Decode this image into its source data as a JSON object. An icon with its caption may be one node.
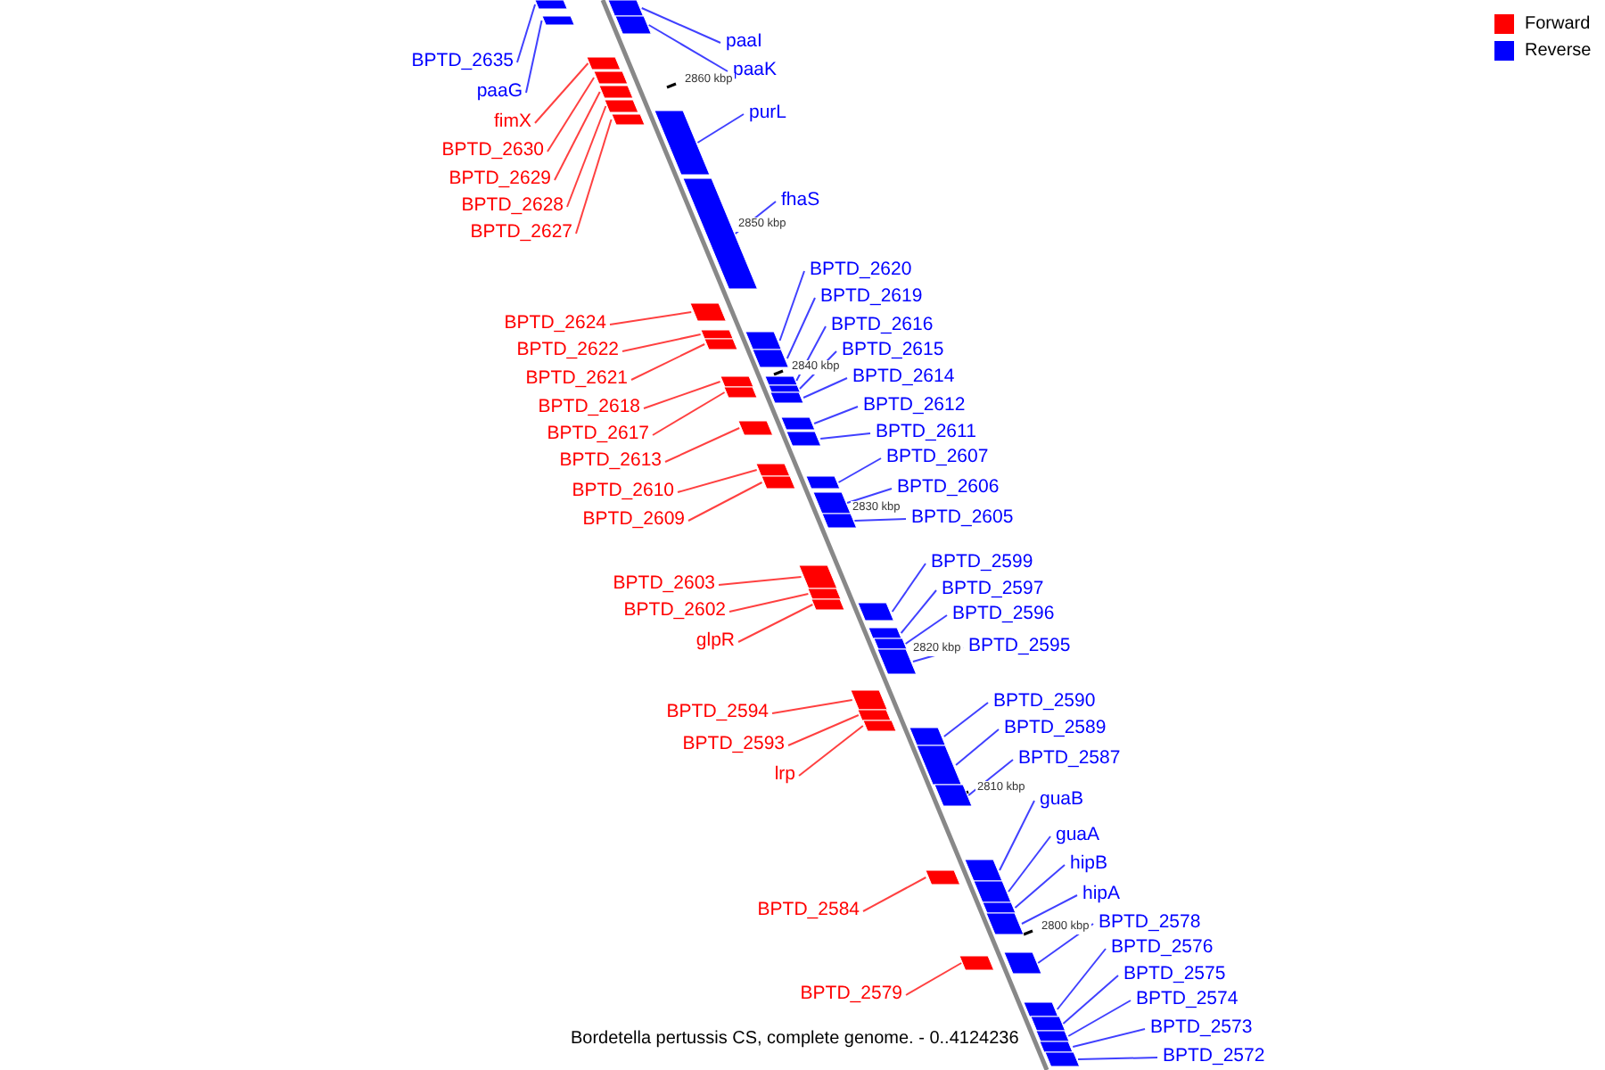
{
  "diagram": {
    "caption": "Bordetella pertussis CS, complete genome. - 0..4124236",
    "nodes": [
      {
        "text": [
          "BPTD_2635"
        ]
      },
      {
        "text": [
          "paaG"
        ]
      },
      {
        "text": [
          "fimX"
        ]
      },
      {
        "text": [
          "BPTD_2630"
        ]
      },
      {
        "text": [
          "BPTD_2629"
        ]
      },
      {
        "text": [
          "BPTD_2628"
        ]
      },
      {
        "text": [
          "BPTD_2627"
        ]
      },
      {
        "text": [
          "BPTD_2624"
        ]
      },
      {
        "text": [
          "BPTD_2622"
        ]
      },
      {
        "text": [
          "BPTD_2621"
        ]
      },
      {
        "text": [
          "BPTD_2618"
        ]
      },
      {
        "text": [
          "BPTD_2617"
        ]
      },
      {
        "text": [
          "BPTD_2613"
        ]
      },
      {
        "text": [
          "BPTD_2610"
        ]
      },
      {
        "text": [
          "BPTD_2609"
        ]
      },
      {
        "text": [
          "BPTD_2603"
        ]
      },
      {
        "text": [
          "BPTD_2602"
        ]
      },
      {
        "text": [
          "glpR"
        ]
      },
      {
        "text": [
          "BPTD_2594"
        ]
      },
      {
        "text": [
          "BPTD_2593"
        ]
      },
      {
        "text": [
          "lrp"
        ]
      },
      {
        "text": [
          "BPTD_2584"
        ]
      },
      {
        "text": [
          "BPTD_2579"
        ]
      },
      {
        "text": [
          "paaI"
        ]
      },
      {
        "text": [
          "paaK"
        ]
      },
      {
        "text": [
          "purL"
        ]
      },
      {
        "text": [
          "fhaS"
        ]
      },
      {
        "text": [
          "BPTD_2620"
        ]
      },
      {
        "text": [
          "BPTD_2619"
        ]
      },
      {
        "text": [
          "BPTD_2616"
        ]
      },
      {
        "text": [
          "BPTD_2615"
        ]
      },
      {
        "text": [
          "BPTD_2614"
        ]
      },
      {
        "text": [
          "BPTD_2612"
        ]
      },
      {
        "text": [
          "BPTD_2611"
        ]
      },
      {
        "text": [
          "BPTD_2607"
        ]
      },
      {
        "text": [
          "BPTD_2606"
        ]
      },
      {
        "text": [
          "BPTD_2605"
        ]
      },
      {
        "text": [
          "BPTD_2599"
        ]
      },
      {
        "text": [
          "BPTD_2597"
        ]
      },
      {
        "text": [
          "BPTD_2596"
        ]
      },
      {
        "text": [
          "BPTD_2595"
        ]
      },
      {
        "text": [
          "BPTD_2590"
        ]
      },
      {
        "text": [
          "BPTD_2589"
        ]
      },
      {
        "text": [
          "BPTD_2587"
        ]
      },
      {
        "text": [
          "guaB"
        ]
      },
      {
        "text": [
          "guaA"
        ]
      },
      {
        "text": [
          "hipB"
        ]
      },
      {
        "text": [
          "hipA"
        ]
      },
      {
        "text": [
          "BPTD_2578"
        ]
      },
      {
        "text": [
          "BPTD_2576"
        ]
      },
      {
        "text": [
          "BPTD_2575"
        ]
      },
      {
        "text": [
          "BPTD_2574"
        ]
      },
      {
        "text": [
          "BPTD_2573"
        ]
      },
      {
        "text": [
          "BPTD_2572"
        ]
      },
      {
        "text": [],
        "shape": "box"
      },
      {
        "text": [],
        "shape": "box"
      },
      {
        "text": [],
        "shape": "box"
      },
      {
        "text": [],
        "shape": "box"
      },
      {
        "text": [],
        "shape": "box"
      },
      {
        "text": [],
        "shape": "box"
      },
      {
        "text": [],
        "shape": "box"
      },
      {
        "text": [],
        "shape": "box"
      },
      {
        "text": [],
        "shape": "box"
      },
      {
        "text": [],
        "shape": "box"
      },
      {
        "text": [],
        "shape": "box"
      },
      {
        "text": [],
        "shape": "box"
      },
      {
        "text": [],
        "shape": "box"
      },
      {
        "text": [],
        "shape": "box"
      },
      {
        "text": [],
        "shape": "box"
      },
      {
        "text": [],
        "shape": "box"
      },
      {
        "text": [],
        "shape": "box"
      },
      {
        "text": [],
        "shape": "box"
      },
      {
        "text": [],
        "shape": "box"
      },
      {
        "text": [],
        "shape": "box"
      },
      {
        "text": [],
        "shape": "box"
      },
      {
        "text": [],
        "shape": "box"
      },
      {
        "text": [],
        "shape": "box"
      },
      {
        "text": [],
        "shape": "box"
      },
      {
        "text": [],
        "shape": "box"
      },
      {
        "text": [],
        "shape": "box"
      },
      {
        "text": [],
        "shape": "box"
      },
      {
        "text": [],
        "shape": "box"
      },
      {
        "text": [],
        "shape": "box"
      },
      {
        "text": [],
        "shape": "box"
      },
      {
        "text": [],
        "shape": "box"
      },
      {
        "text": [],
        "shape": "box"
      },
      {
        "text": [],
        "shape": "box"
      },
      {
        "text": [],
        "shape": "box"
      },
      {
        "text": [],
        "shape": "box"
      },
      {
        "text": [],
        "shape": "box"
      },
      {
        "text": [],
        "shape": "box"
      },
      {
        "text": [],
        "shape": "box"
      },
      {
        "text": [],
        "shape": "box"
      },
      {
        "text": [],
        "shape": "box"
      },
      {
        "text": [],
        "shape": "box"
      },
      {
        "text": [],
        "shape": "box"
      },
      {
        "text": [],
        "shape": "box"
      },
      {
        "text": [],
        "shape": "box"
      },
      {
        "text": [],
        "shape": "box"
      },
      {
        "text": [],
        "shape": "box"
      },
      {
        "text": [],
        "shape": "box"
      },
      {
        "text": [],
        "shape": "box"
      },
      {
        "text": [],
        "shape": "box"
      },
      {
        "text": [],
        "shape": "box"
      },
      {
        "text": [],
        "shape": "box"
      },
      {
        "text": [],
        "shape": "box"
      },
      {
        "text": [],
        "shape": "box"
      },
      {
        "text": [],
        "shape": "box"
      }
    ],
    "edges": [
      {
        "from": 0,
        "to": 54,
        "arrow": "none"
      },
      {
        "from": 1,
        "to": 55,
        "arrow": "none"
      },
      {
        "from": 2,
        "to": 56,
        "arrow": "none",
        "color": "#ff0000"
      },
      {
        "from": 3,
        "to": 57,
        "arrow": "none",
        "color": "#ff0000"
      },
      {
        "from": 4,
        "to": 58,
        "arrow": "none",
        "color": "#ff0000"
      },
      {
        "from": 5,
        "to": 59,
        "arrow": "none",
        "color": "#ff0000"
      },
      {
        "from": 6,
        "to": 60,
        "arrow": "none",
        "color": "#ff0000"
      },
      {
        "from": 7,
        "to": 61,
        "arrow": "none",
        "color": "#ff0000"
      },
      {
        "from": 8,
        "to": 62,
        "arrow": "none",
        "color": "#ff0000"
      },
      {
        "from": 9,
        "to": 63,
        "arrow": "none",
        "color": "#ff0000"
      },
      {
        "from": 10,
        "to": 64,
        "arrow": "none",
        "color": "#ff0000"
      },
      {
        "from": 11,
        "to": 65,
        "arrow": "none",
        "color": "#ff0000"
      },
      {
        "from": 12,
        "to": 66,
        "arrow": "none",
        "color": "#ff0000"
      },
      {
        "from": 13,
        "to": 67,
        "arrow": "none",
        "color": "#ff0000"
      },
      {
        "from": 14,
        "to": 68,
        "arrow": "none",
        "color": "#ff0000"
      },
      {
        "from": 15,
        "to": 69,
        "arrow": "none",
        "color": "#ff0000"
      },
      {
        "from": 16,
        "to": 70,
        "arrow": "none",
        "color": "#ff0000"
      },
      {
        "from": 17,
        "to": 71,
        "arrow": "none",
        "color": "#ff0000"
      },
      {
        "from": 18,
        "to": 72,
        "arrow": "none",
        "color": "#ff0000"
      },
      {
        "from": 19,
        "to": 73,
        "arrow": "none",
        "color": "#ff0000"
      },
      {
        "from": 20,
        "to": 74,
        "arrow": "none",
        "color": "#ff0000"
      },
      {
        "from": 21,
        "to": 75,
        "arrow": "none",
        "color": "#ff0000"
      },
      {
        "from": 22,
        "to": 76,
        "arrow": "none",
        "color": "#ff0000"
      },
      {
        "from": 23,
        "to": 77,
        "arrow": "none"
      },
      {
        "from": 24,
        "to": 78,
        "arrow": "none"
      },
      {
        "from": 25,
        "to": 79,
        "arrow": "none"
      },
      {
        "from": 26,
        "to": 80,
        "arrow": "none"
      },
      {
        "from": 27,
        "to": 81,
        "arrow": "none"
      },
      {
        "from": 28,
        "to": 82,
        "arrow": "none"
      },
      {
        "from": 29,
        "to": 83,
        "arrow": "none"
      },
      {
        "from": 30,
        "to": 84,
        "arrow": "none"
      },
      {
        "from": 31,
        "to": 85,
        "arrow": "none"
      },
      {
        "from": 32,
        "to": 86,
        "arrow": "none"
      },
      {
        "from": 33,
        "to": 87,
        "arrow": "none"
      },
      {
        "from": 34,
        "to": 88,
        "arrow": "none"
      },
      {
        "from": 35,
        "to": 89,
        "arrow": "none"
      },
      {
        "from": 36,
        "to": 90,
        "arrow": "none"
      },
      {
        "from": 37,
        "to": 91,
        "arrow": "none"
      },
      {
        "from": 38,
        "to": 92,
        "arrow": "none"
      },
      {
        "from": 39,
        "to": 93,
        "arrow": "none"
      },
      {
        "from": 40,
        "to": 94,
        "arrow": "none"
      },
      {
        "from": 41,
        "to": 95,
        "arrow": "none"
      },
      {
        "from": 42,
        "to": 96,
        "arrow": "none"
      },
      {
        "from": 43,
        "to": 97,
        "arrow": "none"
      },
      {
        "from": 44,
        "to": 98,
        "arrow": "none"
      },
      {
        "from": 45,
        "to": 99,
        "arrow": "none"
      },
      {
        "from": 46,
        "to": 100,
        "arrow": "none"
      },
      {
        "from": 47,
        "to": 101,
        "arrow": "none"
      },
      {
        "from": 48,
        "to": 102,
        "arrow": "none"
      },
      {
        "from": 49,
        "to": 103,
        "arrow": "none"
      },
      {
        "from": 50,
        "to": 104,
        "arrow": "none"
      },
      {
        "from": 51,
        "to": 105,
        "arrow": "none"
      },
      {
        "from": 52,
        "to": 106,
        "arrow": "none"
      },
      {
        "from": 53,
        "to": 107,
        "arrow": "none"
      }
    ],
    "labels": [
      "2860 kbp",
      "2850 kbp",
      "2840 kbp",
      "2830 kbp",
      "2820 kbp",
      "2810 kbp",
      "2800 kbp"
    ],
    "legend": [
      {
        "text": "Forward",
        "color": "#ff0000"
      },
      {
        "text": "Reverse",
        "color": "#0000ff"
      }
    ]
  }
}
